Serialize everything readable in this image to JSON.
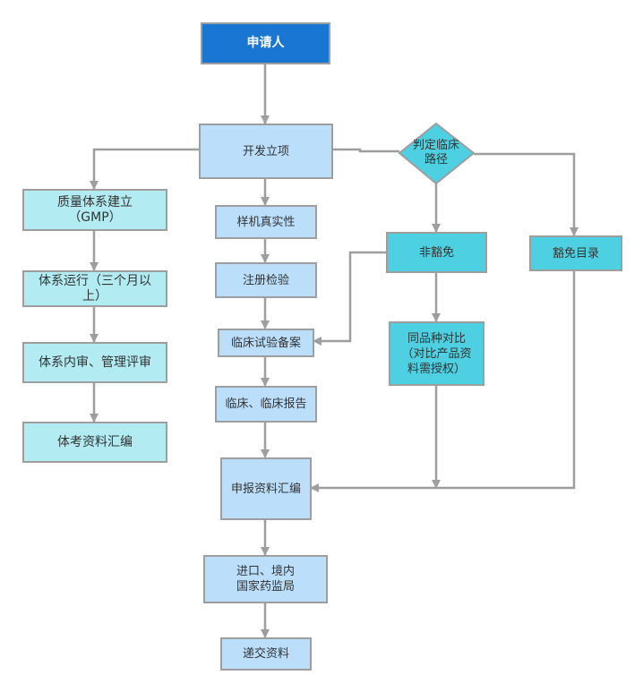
{
  "diagram": {
    "colors": {
      "start": "#1976d2",
      "main_step": "#bbdefb",
      "quality_step": "#b2ebf2",
      "decision": "#4dd0e1",
      "border": "#9e9e9e",
      "connector": "#9e9e9e"
    },
    "nodes": {
      "applicant": "申请人",
      "development": "开发立项",
      "decision": "判定临床路径",
      "qms_setup": "质量体系建立（GMP）",
      "qms_run": "体系运行（三个月以上）",
      "qms_audit": "体系内审、管理评审",
      "qms_docs": "体考资料汇编",
      "prototype": "样机真实性",
      "registration_test": "注册检验",
      "clinical_filing": "临床试验备案",
      "clinical_report": "临床、临床报告",
      "submission_docs": "申报资料汇编",
      "nmpa": "进口、境内国家药监局",
      "submit": "递交资料",
      "non_exempt": "非豁免",
      "exempt_list": "豁免目录",
      "equivalence": "同品种对比（对比产品资料需授权）"
    },
    "labels": {
      "applicant": [
        "申请人"
      ],
      "development": [
        "开发立项"
      ],
      "decision": [
        "判定临床",
        "路径"
      ],
      "qms_setup": [
        "质量体系建立",
        "（GMP）"
      ],
      "qms_run": [
        "体系运行（三个月以",
        "上）"
      ],
      "qms_audit": [
        "体系内审、管理评审"
      ],
      "qms_docs": [
        "体考资料汇编"
      ],
      "prototype": [
        "样机真实性"
      ],
      "registration_test": [
        "注册检验"
      ],
      "clinical_filing": [
        "临床试验备案"
      ],
      "clinical_report": [
        "临床、临床报告"
      ],
      "submission_docs": [
        "申报资料汇编"
      ],
      "nmpa": [
        "进口、境内",
        "国家药监局"
      ],
      "submit": [
        "递交资料"
      ],
      "non_exempt": [
        "非豁免"
      ],
      "exempt_list": [
        "豁免目录"
      ],
      "equivalence": [
        "同品种对比",
        "（对比产品资",
        "料需授权）"
      ]
    },
    "edges": [
      [
        "applicant",
        "development"
      ],
      [
        "development",
        "qms_setup"
      ],
      [
        "development",
        "prototype"
      ],
      [
        "development",
        "decision"
      ],
      [
        "qms_setup",
        "qms_run"
      ],
      [
        "qms_run",
        "qms_audit"
      ],
      [
        "qms_audit",
        "qms_docs"
      ],
      [
        "prototype",
        "registration_test"
      ],
      [
        "registration_test",
        "clinical_filing"
      ],
      [
        "clinical_filing",
        "clinical_report"
      ],
      [
        "clinical_report",
        "submission_docs"
      ],
      [
        "submission_docs",
        "nmpa"
      ],
      [
        "nmpa",
        "submit"
      ],
      [
        "decision",
        "non_exempt"
      ],
      [
        "decision",
        "exempt_list"
      ],
      [
        "non_exempt",
        "clinical_filing"
      ],
      [
        "non_exempt",
        "equivalence"
      ],
      [
        "equivalence",
        "submission_docs"
      ],
      [
        "exempt_list",
        "submission_docs"
      ]
    ]
  }
}
